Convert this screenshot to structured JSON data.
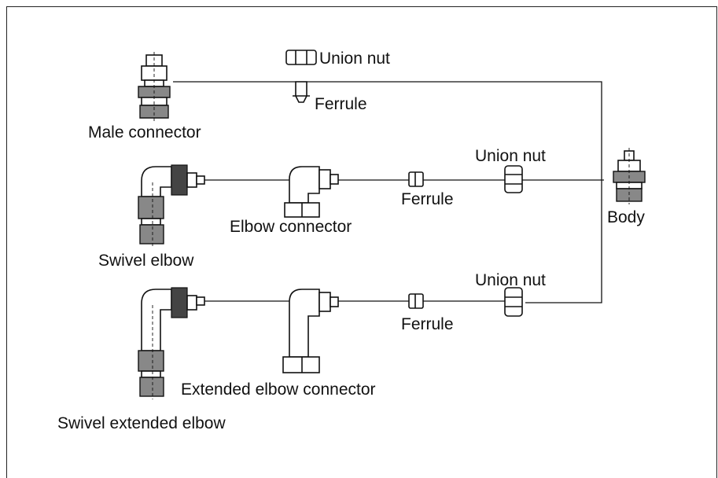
{
  "labels": {
    "union_nut_top": "Union nut",
    "ferrule_top": "Ferrule",
    "male_connector": "Male connector",
    "union_nut_mid": "Union nut",
    "ferrule_mid": "Ferrule",
    "elbow_connector": "Elbow connector",
    "swivel_elbow": "Swivel elbow",
    "body": "Body",
    "union_nut_bot": "Union nut",
    "ferrule_bot": "Ferrule",
    "extended_elbow_connector": "Extended elbow connector",
    "swivel_extended_elbow": "Swivel extended elbow"
  },
  "colors": {
    "line": "#111111",
    "fill_light": "#ffffff",
    "fill_mid": "#888888",
    "fill_dark": "#444444"
  }
}
